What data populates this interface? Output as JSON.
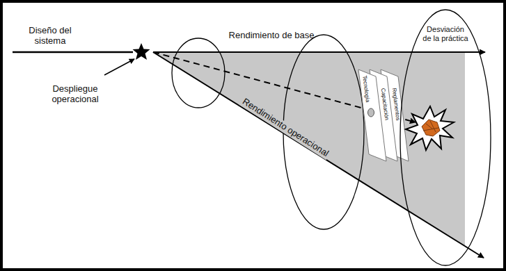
{
  "diagram": {
    "nodes": [
      {
        "text": [
          "Desviación de la práctica"
        ]
      }
    ],
    "labels": [
      "Diseño del sistema",
      "Despliegue operacional",
      "Rendimiento de base",
      "Rendimiento operacional",
      "Tecnología",
      "Capacitación",
      "Reglamentos"
    ]
  }
}
